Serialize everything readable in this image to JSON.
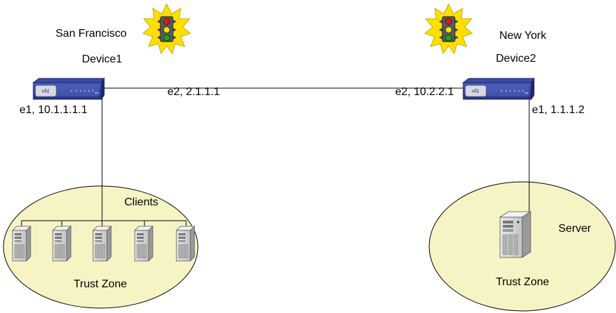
{
  "sites": {
    "left": {
      "city": "San Francisco",
      "device": "Device1",
      "if_wan": "e2, 2.1.1.1",
      "if_lan": "e1, 10.1.1.1.1",
      "group_label": "Clients",
      "zone": "Trust Zone"
    },
    "right": {
      "city": "New York",
      "device": "Device2",
      "if_wan": "e2, 10.2.2.1",
      "if_lan": "e1, 1.1.1.2",
      "host_label": "Server",
      "zone": "Trust Zone"
    }
  },
  "icons": [
    "traffic-light-icon",
    "security-device-icon",
    "computer-tower-icon",
    "server-icon"
  ],
  "colors": {
    "zone_fill": "#f6f4c4",
    "device_blue": "#2a3a8c",
    "burst_yellow": "#ffe000",
    "light_red": "#e01818",
    "light_yellow": "#f4e400",
    "light_green": "#18a818"
  }
}
